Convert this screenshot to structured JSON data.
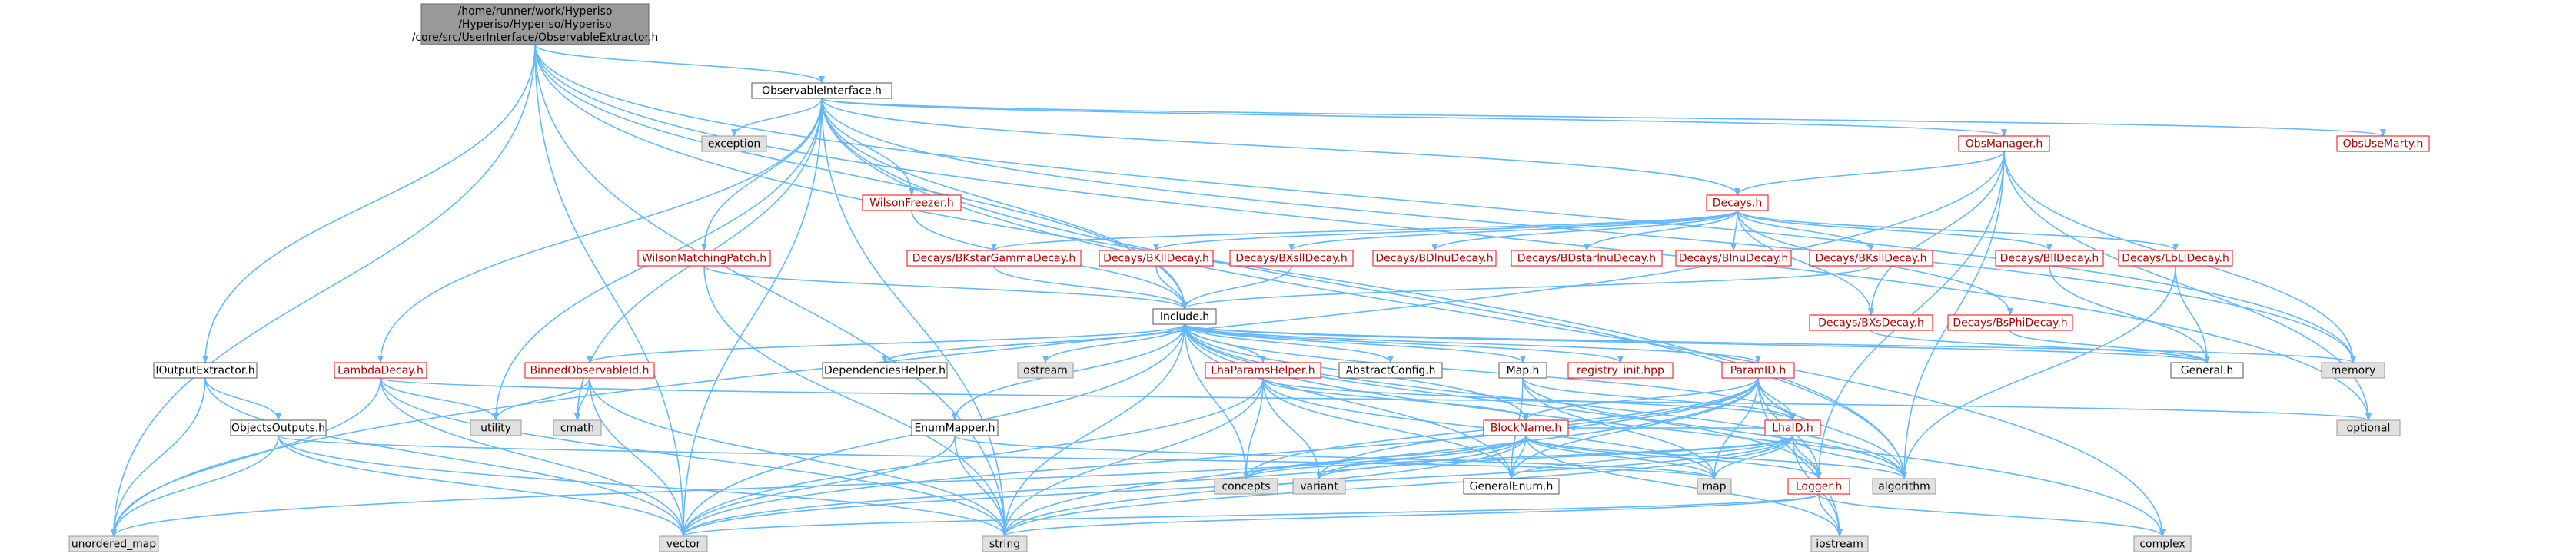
{
  "diagram": {
    "title": "",
    "colors": {
      "edge": "#63b8ff",
      "node_fill": "#ffffff",
      "node_border": "#555555",
      "root_fill": "#999999",
      "root_text": "#000000",
      "red_text": "#b30000",
      "red_border": "#ff0000",
      "system_fill": "#e0e0e0",
      "system_border": "#999999",
      "normal_text": "#000000"
    },
    "nodes": [
      {
        "id": "root",
        "lines": [
          "/home/runner/work/Hyperiso",
          "/Hyperiso/Hyperiso/Hyperiso",
          "/core/src/UserInterface/ObservableExtractor.h"
        ],
        "style": "root"
      },
      {
        "id": "obsint",
        "lines": [
          "ObservableInterface.h"
        ],
        "style": "normal"
      },
      {
        "id": "ioutext",
        "lines": [
          "IOutputExtractor.h"
        ],
        "style": "normal"
      },
      {
        "id": "exception",
        "lines": [
          "exception"
        ],
        "style": "system"
      },
      {
        "id": "obsmanager",
        "lines": [
          "ObsManager.h"
        ],
        "style": "red"
      },
      {
        "id": "obsusemarty",
        "lines": [
          "ObsUseMarty.h"
        ],
        "style": "red"
      },
      {
        "id": "wilsonfreezer",
        "lines": [
          "WilsonFreezer.h"
        ],
        "style": "red"
      },
      {
        "id": "wilsonmatching",
        "lines": [
          "WilsonMatchingPatch.h"
        ],
        "style": "red"
      },
      {
        "id": "lambdadecay",
        "lines": [
          "LambdaDecay.h"
        ],
        "style": "red"
      },
      {
        "id": "decays",
        "lines": [
          "Decays.h"
        ],
        "style": "red"
      },
      {
        "id": "bkstargamma",
        "lines": [
          "Decays/BKstarGammaDecay.h"
        ],
        "style": "red"
      },
      {
        "id": "bklldecay",
        "lines": [
          "Decays/BKllDecay.h"
        ],
        "style": "red"
      },
      {
        "id": "bxslldecay",
        "lines": [
          "Decays/BXsllDecay.h"
        ],
        "style": "red"
      },
      {
        "id": "bdlnudecay",
        "lines": [
          "Decays/BDlnuDecay.h"
        ],
        "style": "red"
      },
      {
        "id": "bdstarlnu",
        "lines": [
          "Decays/BDstarlnuDecay.h"
        ],
        "style": "red"
      },
      {
        "id": "blnudecay",
        "lines": [
          "Decays/BlnuDecay.h"
        ],
        "style": "red"
      },
      {
        "id": "bksslldecay",
        "lines": [
          "Decays/BKsllDecay.h"
        ],
        "style": "red"
      },
      {
        "id": "bxsdecay",
        "lines": [
          "Decays/BXsDecay.h"
        ],
        "style": "red"
      },
      {
        "id": "bsphidecay",
        "lines": [
          "Decays/BsPhiDecay.h"
        ],
        "style": "red"
      },
      {
        "id": "blldecay",
        "lines": [
          "Decays/BllDecay.h"
        ],
        "style": "red"
      },
      {
        "id": "lblldecay",
        "lines": [
          "Decays/LbLlDecay.h"
        ],
        "style": "red"
      },
      {
        "id": "include",
        "lines": [
          "Include.h"
        ],
        "style": "normal"
      },
      {
        "id": "memory",
        "lines": [
          "memory"
        ],
        "style": "system"
      },
      {
        "id": "general",
        "lines": [
          "General.h"
        ],
        "style": "normal"
      },
      {
        "id": "optional",
        "lines": [
          "optional"
        ],
        "style": "system"
      },
      {
        "id": "binnedobs",
        "lines": [
          "BinnedObservableId.h"
        ],
        "style": "red"
      },
      {
        "id": "dependencies",
        "lines": [
          "DependenciesHelper.h"
        ],
        "style": "normal"
      },
      {
        "id": "ostream",
        "lines": [
          "ostream"
        ],
        "style": "system"
      },
      {
        "id": "lhaparamshelper",
        "lines": [
          "LhaParamsHelper.h"
        ],
        "style": "red"
      },
      {
        "id": "abstractconfig",
        "lines": [
          "AbstractConfig.h"
        ],
        "style": "normal"
      },
      {
        "id": "maph",
        "lines": [
          "Map.h"
        ],
        "style": "normal"
      },
      {
        "id": "registry",
        "lines": [
          "registry_init.hpp"
        ],
        "style": "red"
      },
      {
        "id": "paramid",
        "lines": [
          "ParamID.h"
        ],
        "style": "red"
      },
      {
        "id": "objectsoutputs",
        "lines": [
          "ObjectsOutputs.h"
        ],
        "style": "normal"
      },
      {
        "id": "utility",
        "lines": [
          "utility"
        ],
        "style": "system"
      },
      {
        "id": "cmath",
        "lines": [
          "cmath"
        ],
        "style": "system"
      },
      {
        "id": "enummapper",
        "lines": [
          "EnumMapper.h"
        ],
        "style": "normal"
      },
      {
        "id": "blockname",
        "lines": [
          "BlockName.h"
        ],
        "style": "red"
      },
      {
        "id": "lhaid",
        "lines": [
          "LhaID.h"
        ],
        "style": "red"
      },
      {
        "id": "concepts",
        "lines": [
          "concepts"
        ],
        "style": "system"
      },
      {
        "id": "variant",
        "lines": [
          "variant"
        ],
        "style": "system"
      },
      {
        "id": "generalenum",
        "lines": [
          "GeneralEnum.h"
        ],
        "style": "normal"
      },
      {
        "id": "map",
        "lines": [
          "map"
        ],
        "style": "system"
      },
      {
        "id": "algorithm",
        "lines": [
          "algorithm"
        ],
        "style": "system"
      },
      {
        "id": "logger",
        "lines": [
          "Logger.h"
        ],
        "style": "red"
      },
      {
        "id": "unordered_map",
        "lines": [
          "unordered_map"
        ],
        "style": "system"
      },
      {
        "id": "vector",
        "lines": [
          "vector"
        ],
        "style": "system"
      },
      {
        "id": "string",
        "lines": [
          "string"
        ],
        "style": "system"
      },
      {
        "id": "iostream",
        "lines": [
          "iostream"
        ],
        "style": "system"
      },
      {
        "id": "complex",
        "lines": [
          "complex"
        ],
        "style": "system"
      }
    ],
    "edges": [
      [
        "root",
        "obsint"
      ],
      [
        "root",
        "ioutext"
      ],
      [
        "root",
        "include"
      ],
      [
        "root",
        "unordered_map"
      ],
      [
        "root",
        "vector"
      ],
      [
        "root",
        "string"
      ],
      [
        "root",
        "memory"
      ],
      [
        "root",
        "optional"
      ],
      [
        "root",
        "algorithm"
      ],
      [
        "obsint",
        "exception"
      ],
      [
        "obsint",
        "obsmanager"
      ],
      [
        "obsint",
        "obsusemarty"
      ],
      [
        "obsint",
        "wilsonfreezer"
      ],
      [
        "obsint",
        "wilsonmatching"
      ],
      [
        "obsint",
        "lambdadecay"
      ],
      [
        "obsint",
        "decays"
      ],
      [
        "obsint",
        "include"
      ],
      [
        "obsint",
        "utility"
      ],
      [
        "obsint",
        "cmath"
      ],
      [
        "obsint",
        "memory"
      ],
      [
        "obsint",
        "vector"
      ],
      [
        "obsint",
        "string"
      ],
      [
        "obsint",
        "algorithm"
      ],
      [
        "obsint",
        "complex"
      ],
      [
        "ioutext",
        "objectsoutputs"
      ],
      [
        "ioutext",
        "unordered_map"
      ],
      [
        "ioutext",
        "vector"
      ],
      [
        "obsmanager",
        "decays"
      ],
      [
        "obsmanager",
        "memory"
      ],
      [
        "obsmanager",
        "optional"
      ],
      [
        "obsmanager",
        "unordered_map"
      ],
      [
        "obsmanager",
        "bxsdecay"
      ],
      [
        "obsmanager",
        "logger"
      ],
      [
        "obsmanager",
        "algorithm"
      ],
      [
        "wilsonfreezer",
        "include"
      ],
      [
        "wilsonmatching",
        "include"
      ],
      [
        "wilsonmatching",
        "string"
      ],
      [
        "lambdadecay",
        "utility"
      ],
      [
        "lambdadecay",
        "vector"
      ],
      [
        "lambdadecay",
        "unordered_map"
      ],
      [
        "lambdadecay",
        "string"
      ],
      [
        "lambdadecay",
        "optional"
      ],
      [
        "decays",
        "bkstargamma"
      ],
      [
        "decays",
        "bklldecay"
      ],
      [
        "decays",
        "bxslldecay"
      ],
      [
        "decays",
        "bdlnudecay"
      ],
      [
        "decays",
        "bdstarlnu"
      ],
      [
        "decays",
        "blnudecay"
      ],
      [
        "decays",
        "bksslldecay"
      ],
      [
        "decays",
        "bxsdecay"
      ],
      [
        "decays",
        "bsphidecay"
      ],
      [
        "decays",
        "blldecay"
      ],
      [
        "decays",
        "lblldecay"
      ],
      [
        "bkstargamma",
        "include"
      ],
      [
        "bklldecay",
        "include"
      ],
      [
        "bxslldecay",
        "include"
      ],
      [
        "bksslldecay",
        "include"
      ],
      [
        "bxsdecay",
        "general"
      ],
      [
        "bsphidecay",
        "general"
      ],
      [
        "blldecay",
        "general"
      ],
      [
        "lblldecay",
        "general"
      ],
      [
        "lblldecay",
        "algorithm"
      ],
      [
        "include",
        "binnedobs"
      ],
      [
        "include",
        "dependencies"
      ],
      [
        "include",
        "ostream"
      ],
      [
        "include",
        "lhaparamshelper"
      ],
      [
        "include",
        "abstractconfig"
      ],
      [
        "include",
        "maph"
      ],
      [
        "include",
        "registry"
      ],
      [
        "include",
        "paramid"
      ],
      [
        "include",
        "enummapper"
      ],
      [
        "include",
        "general"
      ],
      [
        "include",
        "memory"
      ],
      [
        "include",
        "blockname"
      ],
      [
        "include",
        "lhaid"
      ],
      [
        "include",
        "logger"
      ],
      [
        "include",
        "vector"
      ],
      [
        "include",
        "string"
      ],
      [
        "include",
        "concepts"
      ],
      [
        "include",
        "generalenum"
      ],
      [
        "include",
        "algorithm"
      ],
      [
        "include",
        "complex"
      ],
      [
        "dependencies",
        "include"
      ],
      [
        "binnedobs",
        "utility"
      ],
      [
        "binnedobs",
        "cmath"
      ],
      [
        "binnedobs",
        "vector"
      ],
      [
        "binnedobs",
        "string"
      ],
      [
        "lhaparamshelper",
        "blockname"
      ],
      [
        "lhaparamshelper",
        "concepts"
      ],
      [
        "lhaparamshelper",
        "variant"
      ],
      [
        "lhaparamshelper",
        "generalenum"
      ],
      [
        "lhaparamshelper",
        "map"
      ],
      [
        "lhaparamshelper",
        "vector"
      ],
      [
        "lhaparamshelper",
        "string"
      ],
      [
        "lhaparamshelper",
        "lhaid"
      ],
      [
        "maph",
        "map"
      ],
      [
        "maph",
        "lhaid"
      ],
      [
        "maph",
        "algorithm"
      ],
      [
        "maph",
        "generalenum"
      ],
      [
        "paramid",
        "blockname"
      ],
      [
        "paramid",
        "lhaid"
      ],
      [
        "paramid",
        "map"
      ],
      [
        "paramid",
        "logger"
      ],
      [
        "paramid",
        "variant"
      ],
      [
        "paramid",
        "concepts"
      ],
      [
        "paramid",
        "algorithm"
      ],
      [
        "paramid",
        "iostream"
      ],
      [
        "paramid",
        "string"
      ],
      [
        "paramid",
        "vector"
      ],
      [
        "paramid",
        "generalenum"
      ],
      [
        "objectsoutputs",
        "vector"
      ],
      [
        "objectsoutputs",
        "unordered_map"
      ],
      [
        "objectsoutputs",
        "string"
      ],
      [
        "objectsoutputs",
        "map"
      ],
      [
        "enummapper",
        "map"
      ],
      [
        "enummapper",
        "string"
      ],
      [
        "enummapper",
        "vector"
      ],
      [
        "blockname",
        "concepts"
      ],
      [
        "blockname",
        "variant"
      ],
      [
        "blockname",
        "generalenum"
      ],
      [
        "blockname",
        "map"
      ],
      [
        "blockname",
        "vector"
      ],
      [
        "blockname",
        "string"
      ],
      [
        "blockname",
        "algorithm"
      ],
      [
        "blockname",
        "iostream"
      ],
      [
        "blockname",
        "logger"
      ],
      [
        "blockname",
        "unordered_map"
      ],
      [
        "lhaid",
        "blockname"
      ],
      [
        "lhaid",
        "logger"
      ],
      [
        "lhaid",
        "map"
      ],
      [
        "lhaid",
        "algorithm"
      ],
      [
        "lhaid",
        "variant"
      ],
      [
        "lhaid",
        "concepts"
      ],
      [
        "lhaid",
        "generalenum"
      ],
      [
        "lhaid",
        "string"
      ],
      [
        "lhaid",
        "vector"
      ],
      [
        "lhaid",
        "iostream"
      ],
      [
        "logger",
        "string"
      ],
      [
        "logger",
        "iostream"
      ],
      [
        "logger",
        "vector"
      ],
      [
        "logger",
        "complex"
      ]
    ]
  }
}
